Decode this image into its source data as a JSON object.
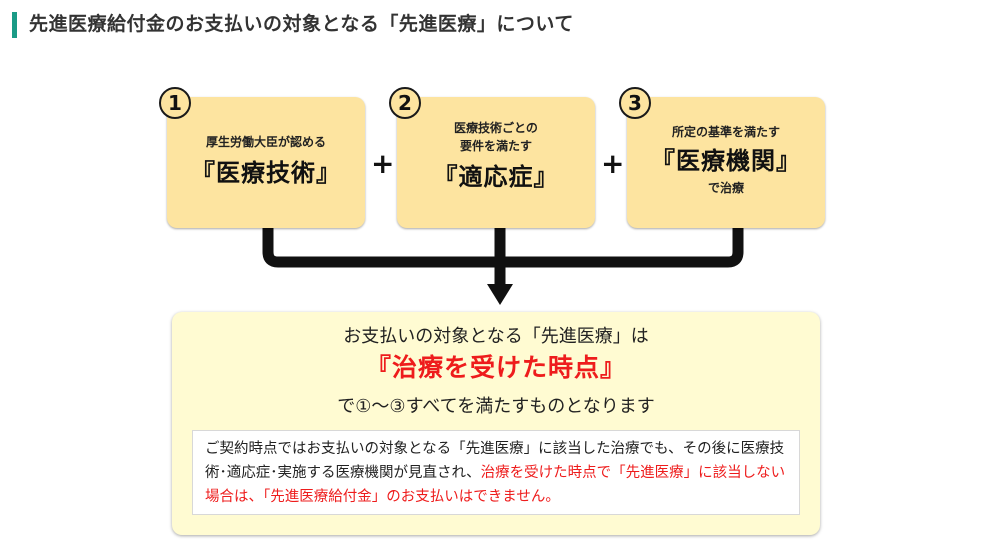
{
  "header": {
    "title": "先進医療給付金のお支払いの対象となる「先進医療」について",
    "accent_color": "#1a9b86"
  },
  "conditions": [
    {
      "number": "1",
      "lines": [
        "厚生労働大臣が認める"
      ],
      "emphasis": "『医療技術』",
      "suffix": ""
    },
    {
      "number": "2",
      "lines": [
        "医療技術ごとの",
        "要件を満たす"
      ],
      "emphasis": "『適応症』",
      "suffix": ""
    },
    {
      "number": "3",
      "lines": [
        "所定の基準を満たす"
      ],
      "emphasis": "『医療機関』",
      "suffix": "で治療"
    }
  ],
  "operators": [
    "+",
    "+"
  ],
  "result": {
    "line1": "お支払いの対象となる「先進医療」は",
    "line2": "『治療を受けた時点』",
    "line3": "で①～③すべてを満たすものとなります",
    "note_black": "ご契約時点ではお支払いの対象となる「先進医療」に該当した治療でも、その後に医療技術･適応症･実施する医療機関が見直され、",
    "note_red": "治療を受けた時点で「先進医療」に該当しない場合は、「先進医療給付金」のお支払いはできません。"
  },
  "colors": {
    "condition_box": "#fde4a0",
    "result_box": "#fffbd2",
    "highlight_red": "#ee1c1c"
  }
}
